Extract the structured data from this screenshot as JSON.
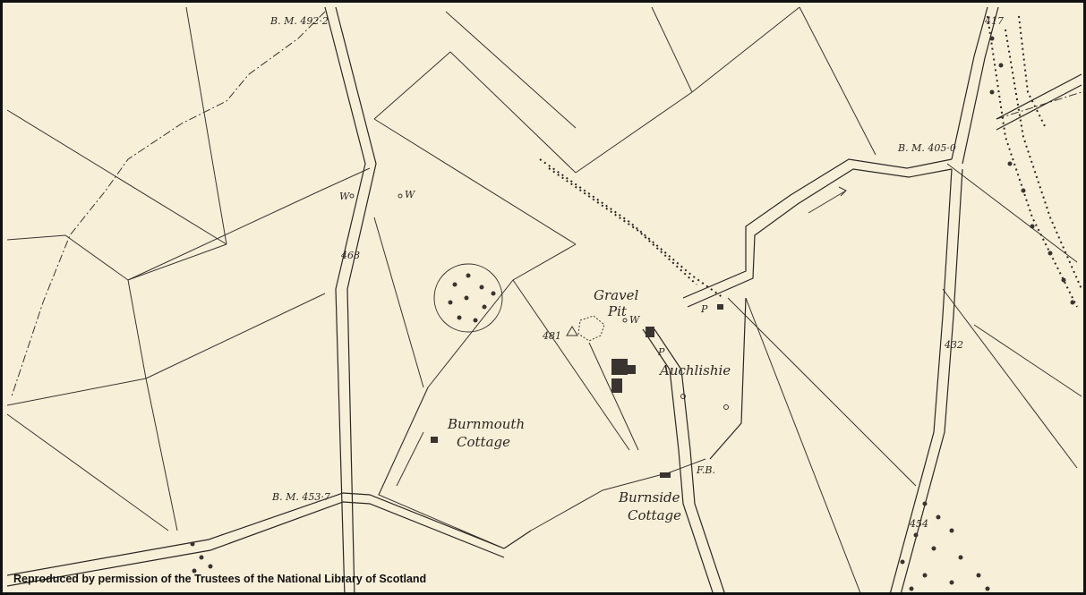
{
  "credit": "Reproduced by permission of the Trustees of the National Library of Scotland",
  "places": {
    "gravel": "Gravel",
    "pit": "Pit",
    "auchlishie": "Auchlishie",
    "burnmouth": "Burnmouth",
    "burnmouth_cottage": "Cottage",
    "burnside": "Burnside",
    "burnside_cottage": "Cottage"
  },
  "benchmarks": {
    "bm_492": "B. M. 492·2",
    "bm_405": "B. M. 405·0",
    "bm_453": "B. M. 453·7"
  },
  "spot_heights": {
    "h468": "468",
    "h481": "481",
    "h432": "432",
    "h454": "454",
    "h417": "417"
  },
  "symbols": {
    "w_west": "W",
    "w_mid": "W",
    "w_pit": "W",
    "p_north": "P",
    "p_south": "P",
    "fb": "F.B."
  },
  "colors": {
    "paper": "#f8efd9",
    "ink": "#2b2622",
    "credit_text": "#111111"
  }
}
